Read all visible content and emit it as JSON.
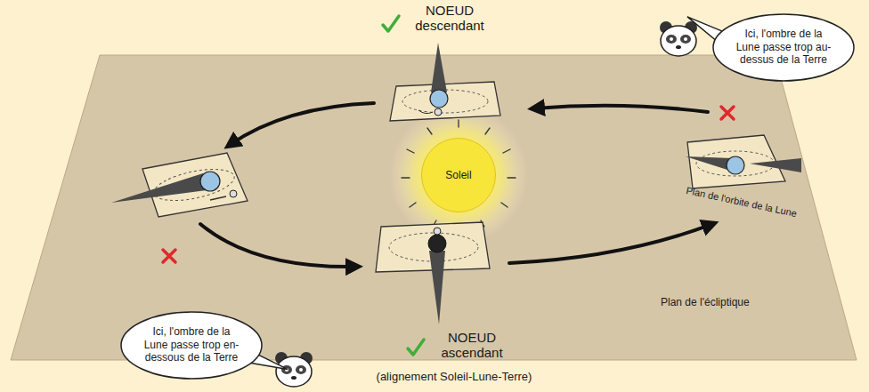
{
  "diagram": {
    "nodes": [
      {
        "text": [
          "Ici, l'ombre de la Lune passe trop au-dessus de la Terre"
        ]
      },
      {
        "text": [
          "Soleil"
        ]
      },
      {
        "text": [
          "Ici, l'ombre de la Lune passe trop en-dessous de la Terre"
        ]
      }
    ],
    "labels": [
      "NOEUD descendant",
      "Plan de l'orbite de la Lune",
      "Plan de l'écliptique",
      "NOEUD ascendant",
      "(alignement Soleil-Lune-Terre)"
    ]
  }
}
